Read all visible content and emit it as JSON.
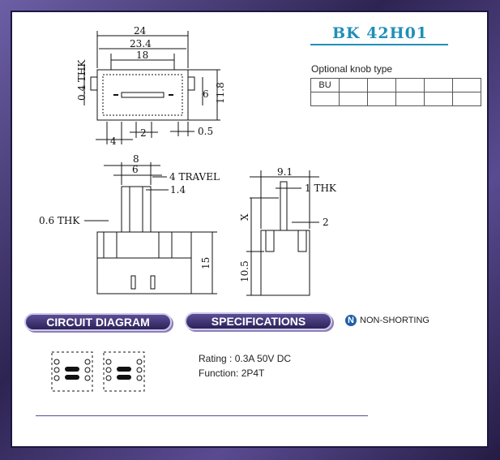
{
  "model": "BK 42H01",
  "knob": {
    "title": "Optional knob type",
    "cells": [
      "BU",
      "",
      "",
      "",
      "",
      ""
    ]
  },
  "drawing": {
    "top_view": {
      "dim_24": "24",
      "dim_23_4": "23.4",
      "dim_18": "18",
      "dim_0_4_thk": "0.4 THK",
      "dim_6": "6",
      "dim_11_8": "11.8",
      "dim_4": "4",
      "dim_2": "2",
      "dim_0_5": "0.5"
    },
    "front_view": {
      "dim_8": "8",
      "dim_6": "6",
      "dim_4_travel": "4  TRAVEL",
      "dim_1_4": "1.4",
      "dim_0_6_thk": "0.6  THK",
      "dim_15": "15"
    },
    "side_view": {
      "dim_9_1": "9.1",
      "dim_1_thk": "1  THK",
      "dim_x": "X",
      "dim_2": "2",
      "dim_10_5": "10.5"
    }
  },
  "sections": {
    "circuit_diagram": "CIRCUIT DIAGRAM",
    "specifications": "SPECIFICATIONS",
    "non_shorting_icon": "N",
    "non_shorting": "NON-SHORTING"
  },
  "specs": {
    "rating": "Rating : 0.3A 50V DC",
    "function": "Function: 2P4T"
  },
  "colors": {
    "accent": "#1f8fb8",
    "frame": "#3a2f63",
    "pill": "#3d3173"
  }
}
